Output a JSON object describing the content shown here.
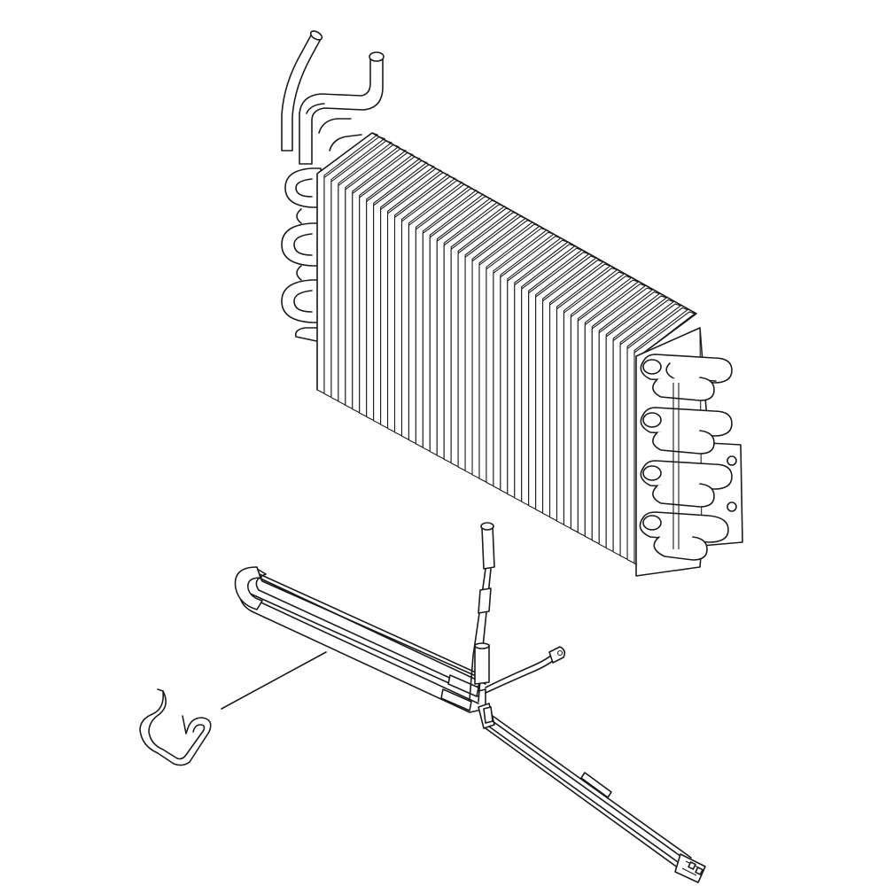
{
  "diagram": {
    "parts": [
      {
        "name": "evaporator"
      },
      {
        "name": "defrost-heater"
      },
      {
        "name": "defrost-thermostat"
      },
      {
        "name": "heater-clip"
      }
    ]
  },
  "colors": {
    "line": "#1a1a1a",
    "fill": "#ffffff",
    "shade": "#d8d8d8"
  }
}
